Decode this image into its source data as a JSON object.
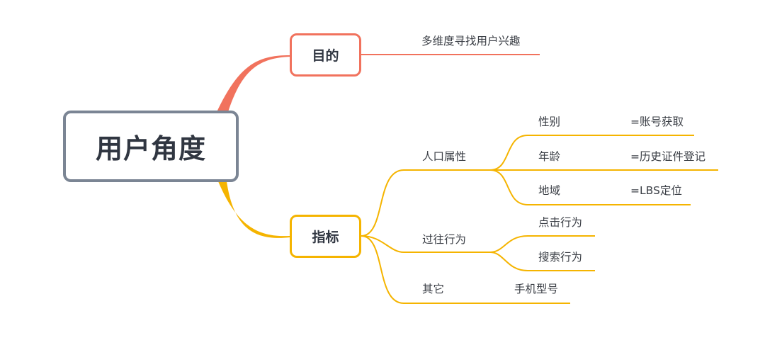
{
  "root": {
    "label": "用户角度"
  },
  "branches": {
    "goal": {
      "label": "目的",
      "child": "多维度寻找用户兴趣"
    },
    "indicators": {
      "label": "指标",
      "demographics": {
        "label": "人口属性",
        "gender": {
          "label": "性别",
          "source": "=账号获取"
        },
        "age": {
          "label": "年龄",
          "source": "=历史证件登记"
        },
        "region": {
          "label": "地域",
          "source": "=LBS定位"
        }
      },
      "past_behavior": {
        "label": "过往行为",
        "click": "点击行为",
        "search": "搜索行为"
      },
      "other": {
        "label": "其它",
        "child": "手机型号"
      }
    }
  },
  "colors": {
    "root_border": "#7b8594",
    "goal": "#f1725d",
    "indicators": "#f5b400"
  }
}
